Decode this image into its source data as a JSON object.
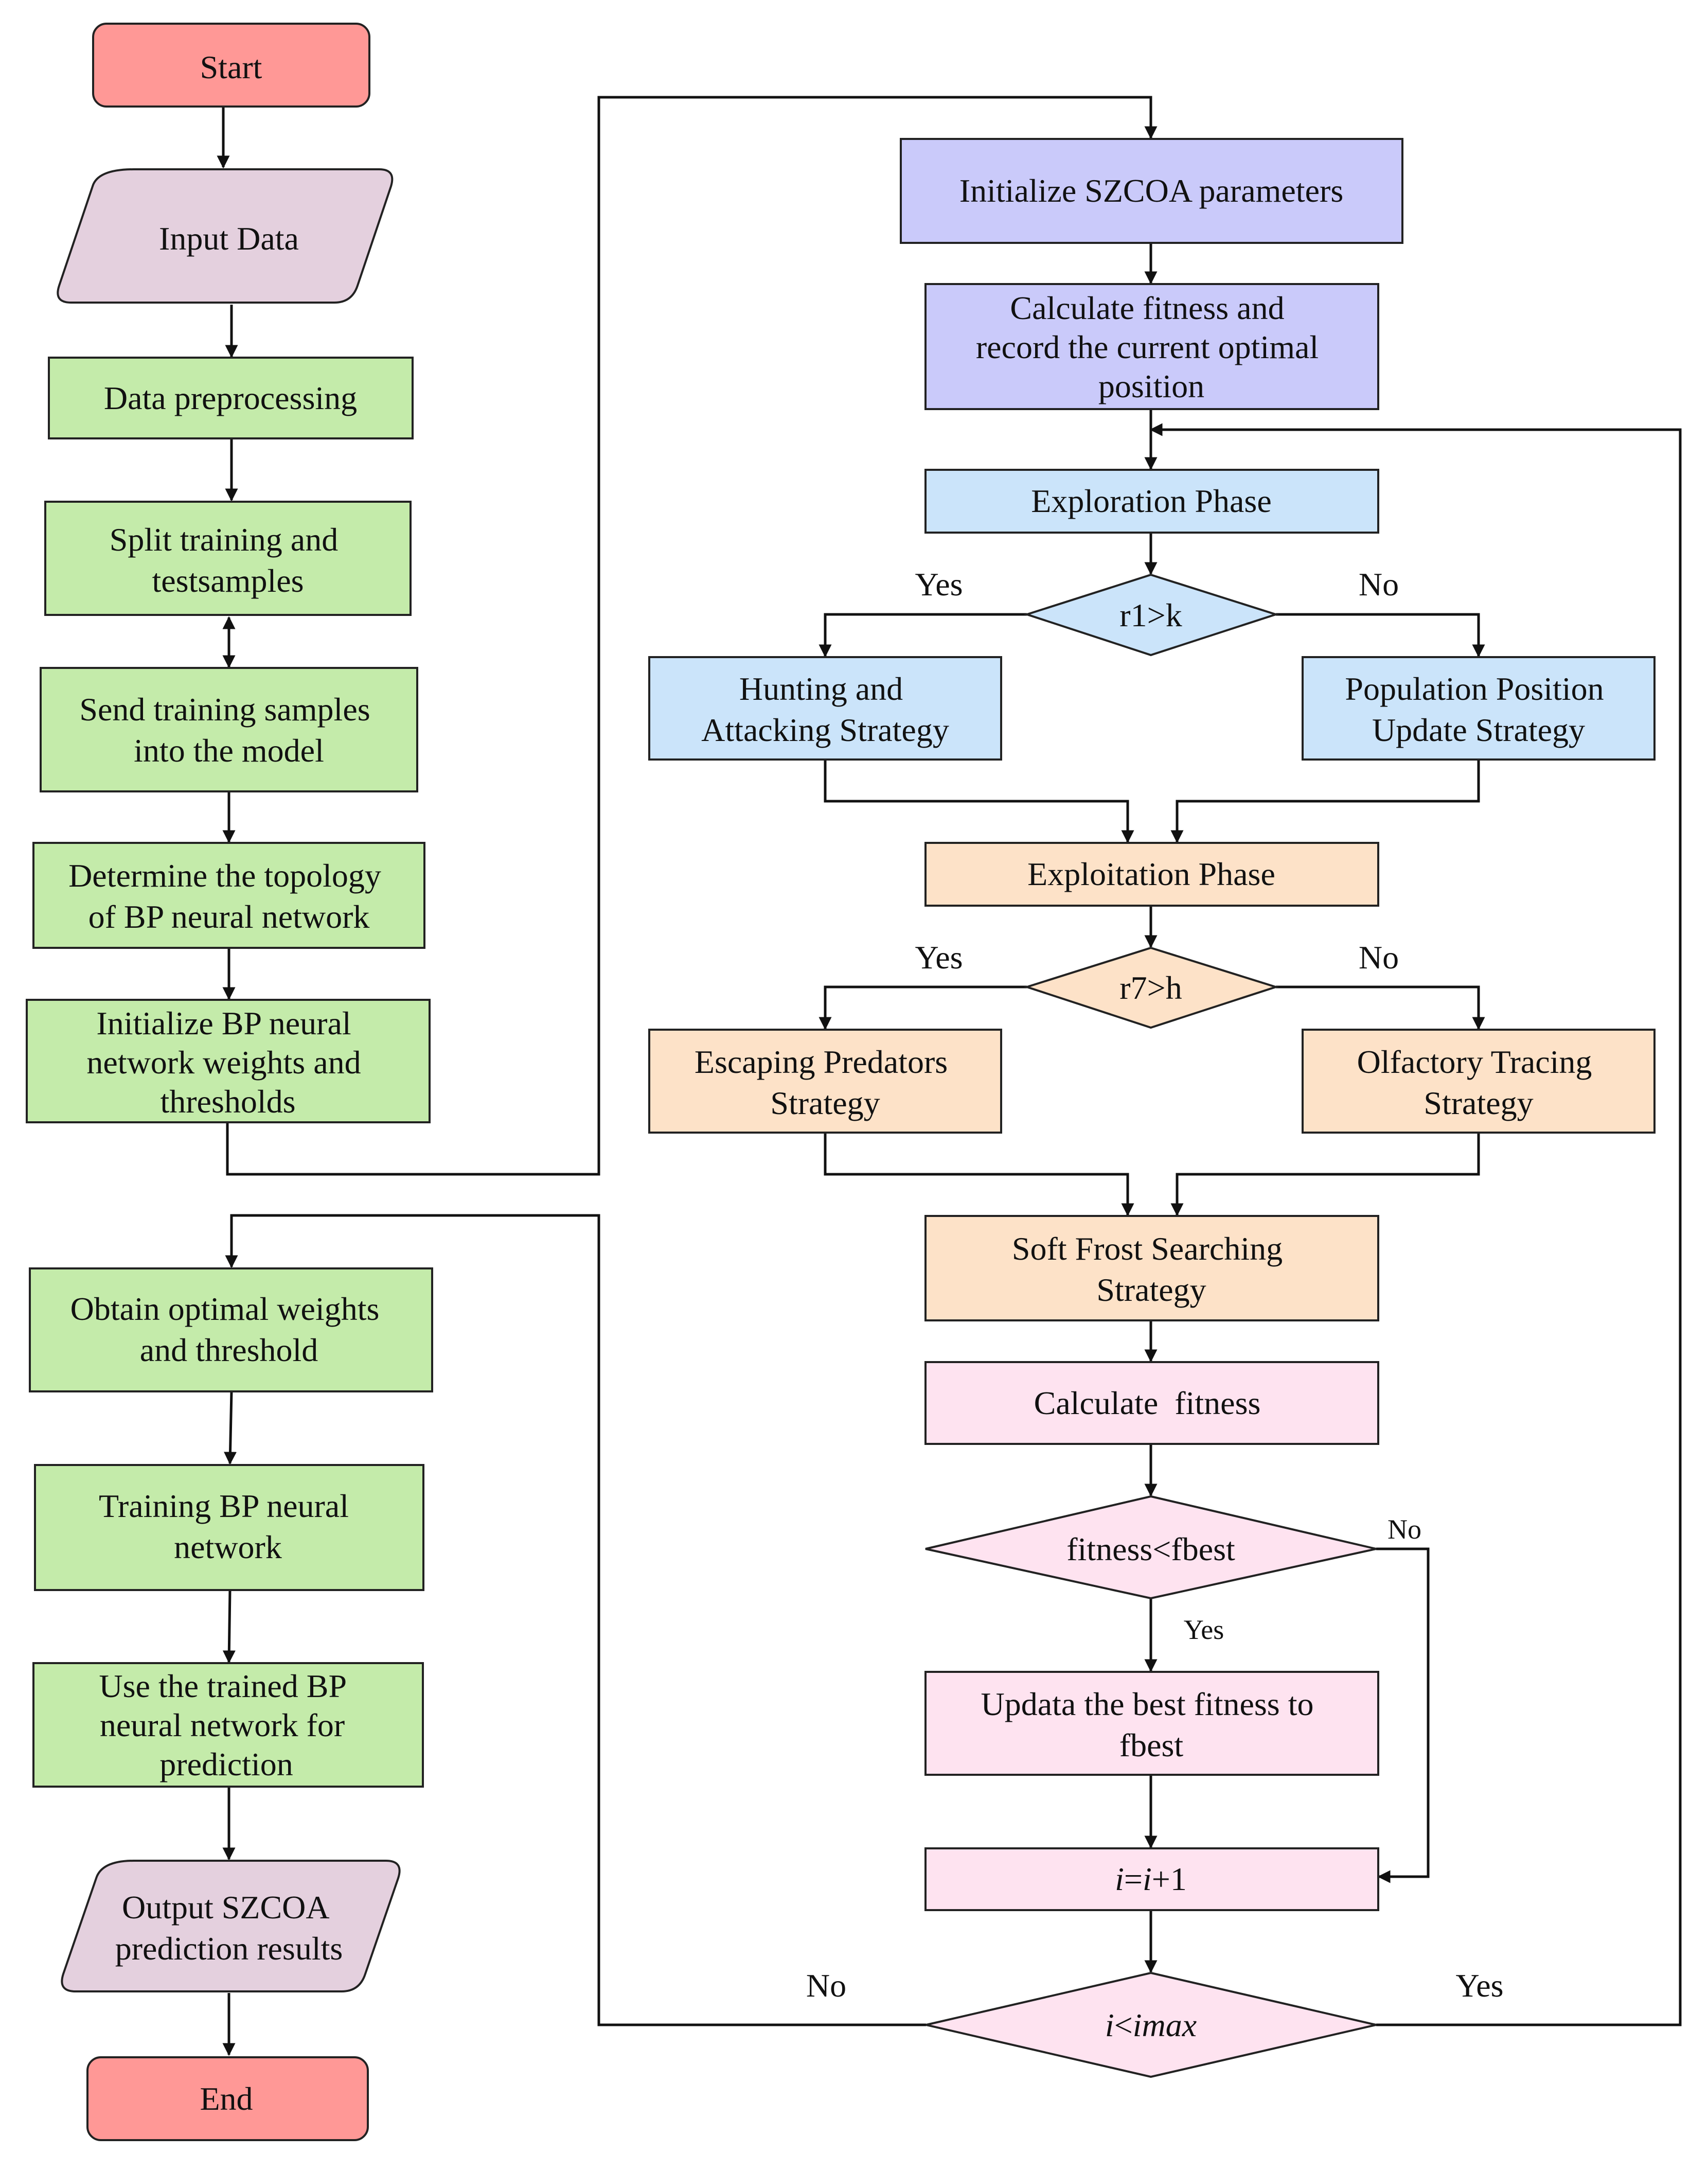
{
  "colors": {
    "terminal": "#FF9896",
    "io": "#E4D0DE",
    "process_green": "#C4EBAA",
    "szcoa_purple": "#CACAFA",
    "phase_blue": "#CBE4FA",
    "phase_orange": "#FDE2C8",
    "fitness_pink": "#FEE3F0",
    "line": "#111111"
  },
  "left_flow": {
    "start": "Start",
    "input": "Input Data",
    "preprocess": "Data preprocessing",
    "split": [
      "Split training and",
      "testsamples"
    ],
    "send": [
      "Send training samples",
      "into the model"
    ],
    "topology": [
      "Determine the topology",
      "of BP neural network"
    ],
    "init_bp": [
      "Initialize BP neural",
      "network weights and",
      "thresholds"
    ],
    "optimal": [
      "Obtain optimal weights",
      "and threshold"
    ],
    "train": [
      "Training BP neural",
      "network"
    ],
    "use": [
      "Use the trained BP",
      "neural network for",
      "prediction"
    ],
    "output": [
      "Output SZCOA",
      "prediction results"
    ],
    "end": "End"
  },
  "right_flow": {
    "init_szcoa": "Initialize SZCOA parameters",
    "calc_record": [
      "Calculate fitness and",
      "record the current optimal",
      "position"
    ],
    "exploration": "Exploration Phase",
    "cond_r1": "r1>k",
    "hunting": [
      "Hunting and",
      "Attacking Strategy"
    ],
    "population": [
      "Population Position",
      "Update Strategy"
    ],
    "exploitation": "Exploitation Phase",
    "cond_r7": "r7>h",
    "escaping": [
      "Escaping Predators",
      "Strategy"
    ],
    "olfactory": [
      "Olfactory Tracing",
      "Strategy"
    ],
    "soft_frost": [
      "Soft Frost Searching",
      "Strategy"
    ],
    "calc_fitness": "Calculate  fitness",
    "cond_fitness": "fitness<fbest",
    "update_best": [
      "Updata the best fitness to",
      "fbest"
    ],
    "increment": {
      "i1": "i",
      "eq": "=",
      "i2": "i",
      "plus": "+1"
    },
    "cond_imax": {
      "i": "i",
      "lt": "<",
      "imax": "imax"
    }
  },
  "edge_labels": {
    "yes": "Yes",
    "no": "No"
  }
}
